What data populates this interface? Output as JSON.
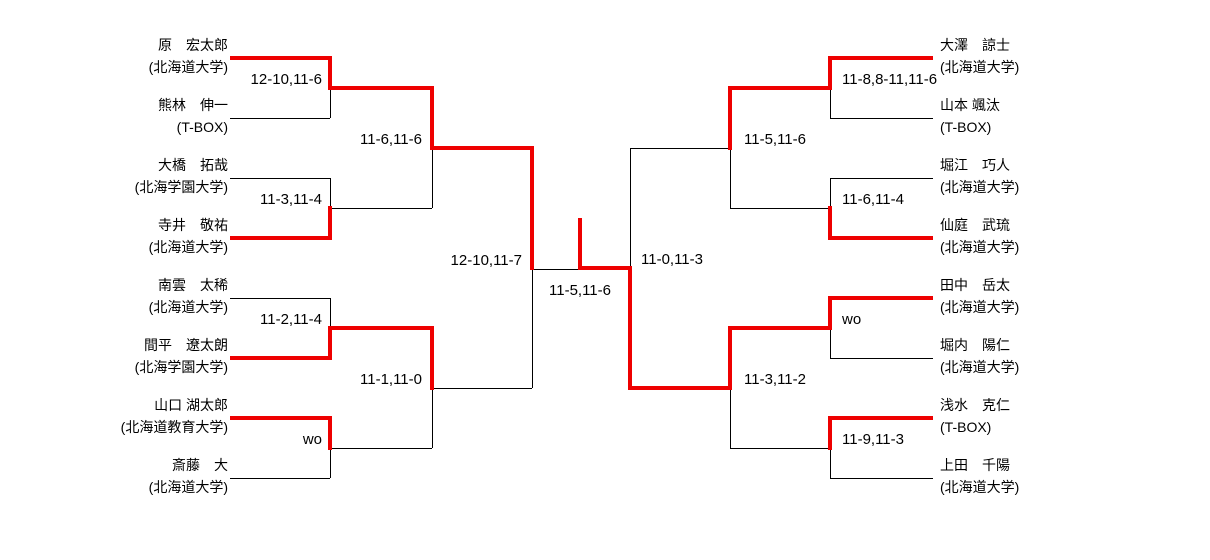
{
  "bracket": {
    "left": {
      "players": [
        {
          "name": "原　宏太郎",
          "club": "(北海道大学)",
          "won_round1": true
        },
        {
          "name": "熊林　伸一",
          "club": "(T-BOX)",
          "won_round1": false
        },
        {
          "name": "大橋　拓哉",
          "club": "(北海学園大学)",
          "won_round1": false
        },
        {
          "name": "寺井　敬祐",
          "club": "(北海道大学)",
          "won_round1": true
        },
        {
          "name": "南雲　太稀",
          "club": "(北海道大学)",
          "won_round1": false
        },
        {
          "name": "間平　遼太朗",
          "club": "(北海学園大学)",
          "won_round1": true
        },
        {
          "name": "山口 湖太郎",
          "club": "(北海道教育大学)",
          "won_round1": true
        },
        {
          "name": "斎藤　大",
          "club": "(北海道大学)",
          "won_round1": false
        }
      ],
      "round1_scores": [
        "12-10,11-6",
        "11-3,11-4",
        "11-2,11-4",
        "wo"
      ],
      "quarterfinal_scores": [
        "11-6,11-6",
        "11-1,11-0"
      ],
      "semifinal_score": "12-10,11-7"
    },
    "right": {
      "players": [
        {
          "name": "大澤　諒士",
          "club": "(北海道大学)",
          "won_round1": true
        },
        {
          "name": "山本 颯汰",
          "club": "(T-BOX)",
          "won_round1": false
        },
        {
          "name": "堀江　巧人",
          "club": "(北海道大学)",
          "won_round1": false
        },
        {
          "name": "仙庭　武琉",
          "club": "(北海道大学)",
          "won_round1": true
        },
        {
          "name": "田中　岳太",
          "club": "(北海道大学)",
          "won_round1": true
        },
        {
          "name": "堀内　陽仁",
          "club": "(北海道大学)",
          "won_round1": false
        },
        {
          "name": "浅水　克仁",
          "club": "(T-BOX)",
          "won_round1": true
        },
        {
          "name": "上田　千陽",
          "club": "(北海道大学)",
          "won_round1": false
        }
      ],
      "round1_scores": [
        "11-8,8-11,11-6",
        "11-6,11-4",
        "wo",
        "11-9,11-3"
      ],
      "quarterfinal_scores": [
        "11-5,11-6",
        "11-3,11-2"
      ],
      "semifinal_score": "11-0,11-3"
    },
    "final_score": "11-5,11-6"
  },
  "colors": {
    "winner_path": "#ee0000",
    "line": "#000000",
    "background": "#ffffff"
  }
}
